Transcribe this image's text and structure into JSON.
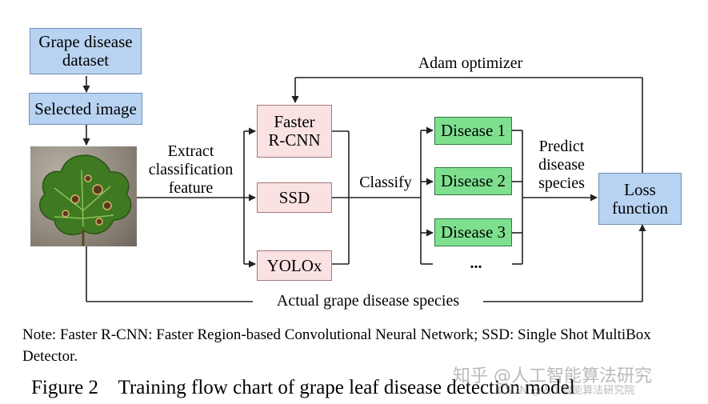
{
  "diagram": {
    "dataset": "Grape disease\ndataset",
    "selected_image": "Selected image",
    "extract_label": "Extract\nclassification\nfeature",
    "models": [
      "Faster\nR-CNN",
      "SSD",
      "YOLOx"
    ],
    "classify_label": "Classify",
    "diseases": [
      "Disease 1",
      "Disease 2",
      "Disease 3"
    ],
    "more": "...",
    "predict_label": "Predict\ndisease\nspecies",
    "loss": "Loss\nfunction",
    "optimizer": "Adam optimizer",
    "actual_label": "Actual grape disease species"
  },
  "note": "Note: Faster R-CNN: Faster Region-based Convolutional Neural Network; SSD: Single Shot MultiBox Detector.",
  "caption": "Figure 2    Training flow chart of grape leaf disease detection model",
  "watermark": "知乎 @人工智能算法研究",
  "watermark_small": "CSDN @人工智能算法研究院",
  "colors": {
    "blue_box": "#b8d3f1",
    "pink_box": "#fbe2e2",
    "green_box": "#7ee08f"
  }
}
